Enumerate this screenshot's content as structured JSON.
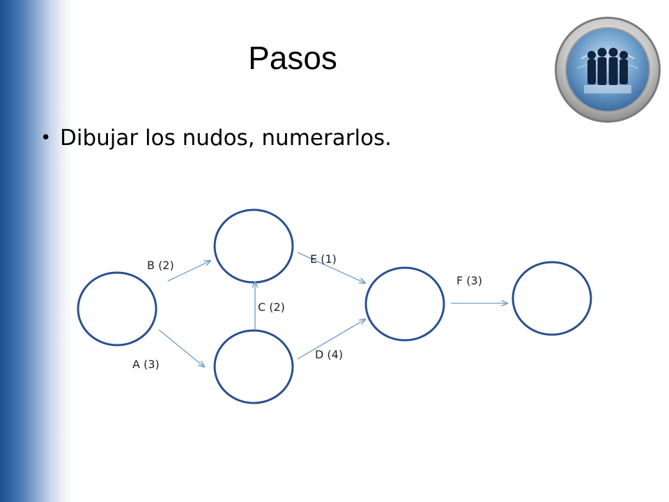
{
  "slide": {
    "title": "Pasos",
    "bullet": "Dibujar los nudos, numerarlos."
  },
  "diagram": {
    "nodes": [
      "n1",
      "n2",
      "n3",
      "n4",
      "n5"
    ],
    "edges": [
      {
        "from": "n1",
        "to": "n2",
        "label": "B (2)"
      },
      {
        "from": "n1",
        "to": "n3",
        "label": "A (3)"
      },
      {
        "from": "n3",
        "to": "n2",
        "label": "C (2)"
      },
      {
        "from": "n2",
        "to": "n4",
        "label": "E (1)"
      },
      {
        "from": "n3",
        "to": "n4",
        "label": "D (4)"
      },
      {
        "from": "n4",
        "to": "n5",
        "label": "F (3)"
      }
    ]
  },
  "colors": {
    "node_stroke": "#2a4f8e",
    "edge_stroke": "#6a9bd1",
    "accent": "#1e4f8c"
  },
  "icons": {
    "logo": "business-people-globe-logo"
  }
}
